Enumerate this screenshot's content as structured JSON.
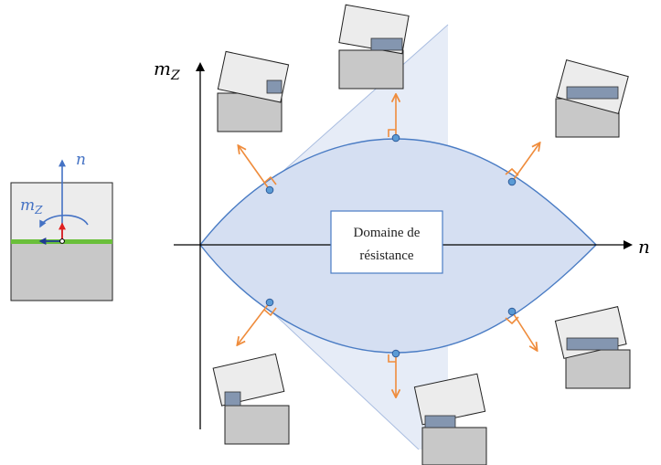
{
  "labels": {
    "n_axis": "n",
    "m_main": "m",
    "m_sub": "Z",
    "side_n": "n",
    "side_m": "m",
    "side_m_sub": "Z"
  },
  "domain_box": {
    "line1": "Domaine de",
    "line2": "résistance"
  },
  "colors": {
    "domain_fill": "#d5dff2",
    "domain_stroke": "#4a7cc4",
    "wedge_fill": "#e6ecf7",
    "arrow_orange": "#ef8c3c",
    "point_fill": "#5b9bd5",
    "block_light": "#ececec",
    "block_dark": "#c8c8c8",
    "contact_fill": "#8496b0",
    "green_joint": "#6abf3a",
    "blue_arrow": "#4472c4",
    "red_arrow": "#e02020"
  }
}
